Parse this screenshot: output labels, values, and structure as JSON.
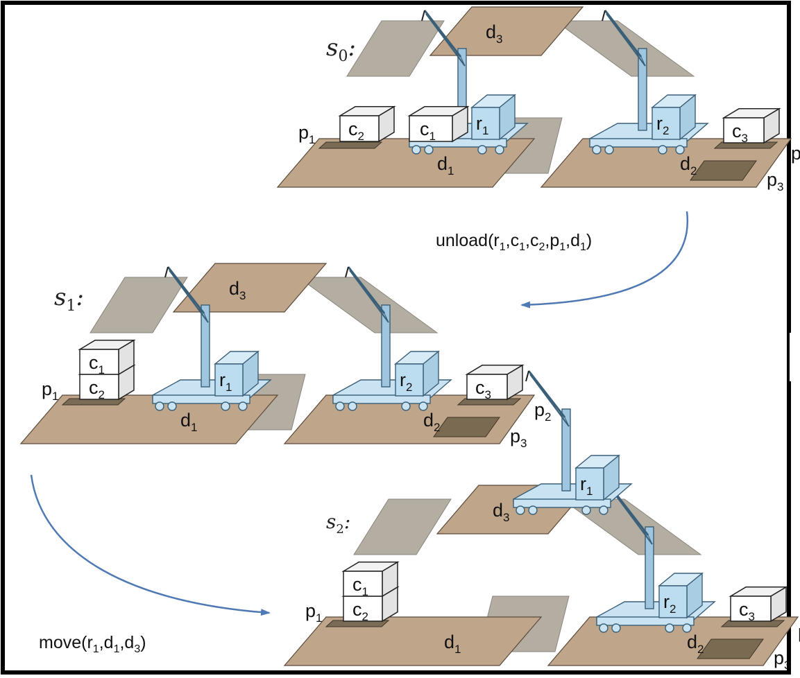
{
  "states": [
    {
      "label": "s",
      "subscript": "0",
      "suffix": ":"
    },
    {
      "label": "s",
      "subscript": "1",
      "suffix": ":"
    },
    {
      "label": "s",
      "subscript": "2",
      "suffix": ":"
    }
  ],
  "actions": [
    {
      "name": "unload",
      "args": [
        [
          "r",
          "1"
        ],
        [
          "c",
          "1"
        ],
        [
          "c",
          "2"
        ],
        [
          "p",
          "1"
        ],
        [
          "d",
          "1"
        ]
      ]
    },
    {
      "name": "move",
      "args": [
        [
          "r",
          "1"
        ],
        [
          "d",
          "1"
        ],
        [
          "d",
          "3"
        ]
      ]
    }
  ],
  "labels": {
    "r": "r",
    "c": "c",
    "d": "d",
    "p": "p",
    "one": "1",
    "two": "2",
    "three": "3"
  },
  "colors": {
    "dock": "#bfa58a",
    "dock_edge": "#5a4a3a",
    "road": "#b3ada2",
    "crane": "#c9e3f2",
    "crane_edge": "#3a5f78",
    "pile": "#7a6b55",
    "arrow": "#4f79b4",
    "frame": "#000000"
  }
}
